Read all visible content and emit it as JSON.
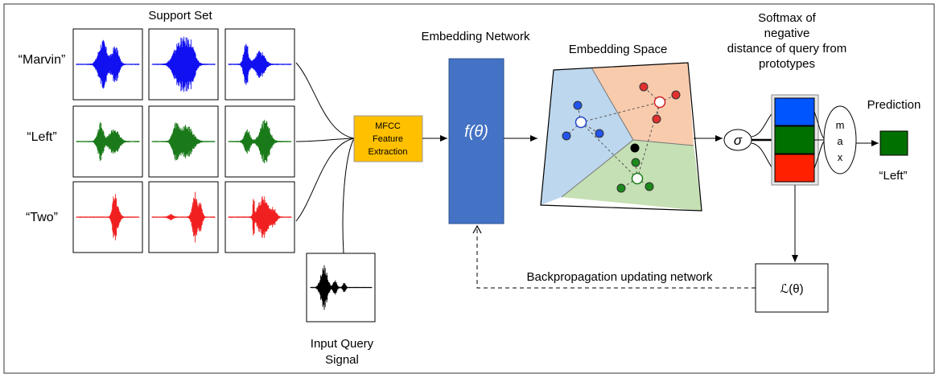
{
  "support_set": {
    "title": "Support Set",
    "classes": [
      {
        "label": "“Marvin”",
        "color": "#1010f0"
      },
      {
        "label": "“Left”",
        "color": "#1a7a1a"
      },
      {
        "label": "“Two”",
        "color": "#f02020"
      }
    ]
  },
  "mfcc": {
    "line1": "MFCC",
    "line2": "Feature",
    "line3": "Extraction",
    "fill": "#ffc000"
  },
  "embedding_network": {
    "title": "Embedding Network",
    "formula": "f(θ)",
    "fill": "#4472c4"
  },
  "embedding_space": {
    "title": "Embedding Space",
    "region_colors": {
      "blue": "#bdd7ee",
      "red": "#f8cbad",
      "green": "#c5e0b4"
    }
  },
  "softmax": {
    "title_line1": "Softmax of",
    "title_line2": "negative",
    "title_line3": "distance of query from",
    "title_line4": "prototypes",
    "symbol": "σ",
    "bar_colors": [
      "#0055ff",
      "#007000",
      "#ff2000"
    ]
  },
  "max_block": {
    "l1": "m",
    "l2": "a",
    "l3": "x"
  },
  "prediction": {
    "title": "Prediction",
    "label": "“Left”",
    "color": "#007000"
  },
  "query": {
    "line1": "Input Query",
    "line2": "Signal"
  },
  "loss": {
    "formula": "ℒ(θ)"
  },
  "backprop": {
    "label": "Backpropagation updating network"
  }
}
